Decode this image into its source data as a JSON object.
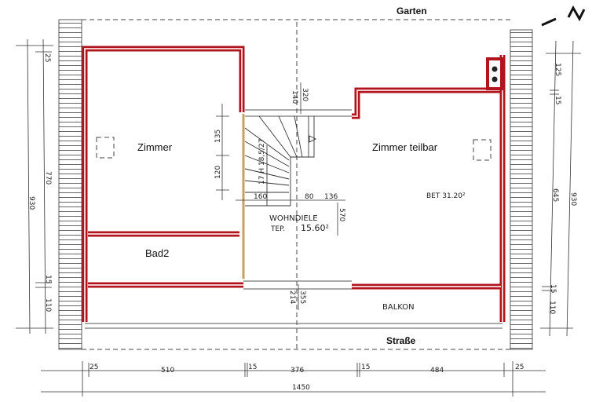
{
  "plan": {
    "top_label": "Garten",
    "bottom_label": "Straße",
    "north_label": "N",
    "rooms": {
      "zimmer": "Zimmer",
      "bad2": "Bad2",
      "zimmer_teilbar": "Zimmer teilbar",
      "zimmer_teilbar_area": "BET 31.20²",
      "wohndiele": "WOHNDIELE",
      "wohndiele_area_label": "TEP.",
      "wohndiele_area": "15.60²",
      "balkon": "BALKON"
    },
    "stair_label": "17 H 18,5/27",
    "dimensions": {
      "bottom": [
        "25",
        "510",
        "15",
        "376",
        "15",
        "484",
        "25"
      ],
      "bottom_total": "1450",
      "left": [
        "25",
        "770",
        "15",
        "110"
      ],
      "left_total": "930",
      "right": [
        "125",
        "15",
        "645",
        "15",
        "110"
      ],
      "right_total": "930",
      "stair_horizontal": [
        "160",
        "80",
        "136"
      ],
      "stair_vertical": [
        "135",
        "120"
      ],
      "top_center": [
        "140",
        "320"
      ],
      "hall_depth": "570",
      "balcony": [
        "214",
        "355"
      ]
    },
    "colors": {
      "wall": "#b0141c",
      "wall_inner": "#f4c9cc",
      "hatch": "#333333"
    }
  }
}
